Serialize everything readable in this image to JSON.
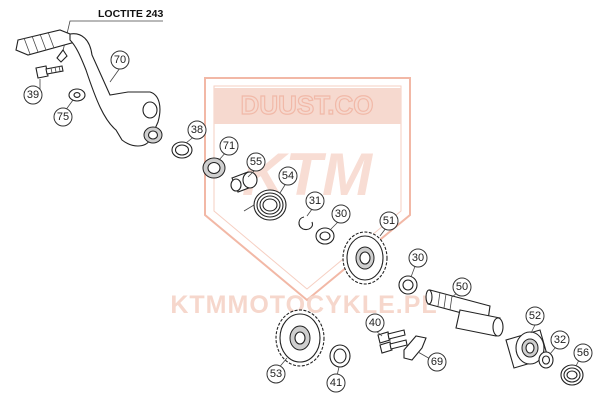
{
  "note_label": "LOCTITE 243",
  "watermark": {
    "badge_text": "DUUST.CO",
    "brand": "KTM",
    "url": "KTMMOTOCYKLE.PL",
    "color": "#f2b8a6"
  },
  "callouts": [
    {
      "id": "70"
    },
    {
      "id": "39"
    },
    {
      "id": "75"
    },
    {
      "id": "38"
    },
    {
      "id": "71"
    },
    {
      "id": "55"
    },
    {
      "id": "54"
    },
    {
      "id": "31"
    },
    {
      "id": "30"
    },
    {
      "id": "51"
    },
    {
      "id": "30b",
      "label": "30"
    },
    {
      "id": "50"
    },
    {
      "id": "40"
    },
    {
      "id": "53"
    },
    {
      "id": "41"
    },
    {
      "id": "69"
    },
    {
      "id": "52"
    },
    {
      "id": "32"
    },
    {
      "id": "56"
    }
  ],
  "labels": {
    "70": "70",
    "39": "39",
    "75": "75",
    "38": "38",
    "71": "71",
    "55": "55",
    "54": "54",
    "31": "31",
    "30": "30",
    "51": "51",
    "30b": "30",
    "50": "50",
    "40": "40",
    "53": "53",
    "41": "41",
    "69": "69",
    "52": "52",
    "32": "32",
    "56": "56"
  }
}
